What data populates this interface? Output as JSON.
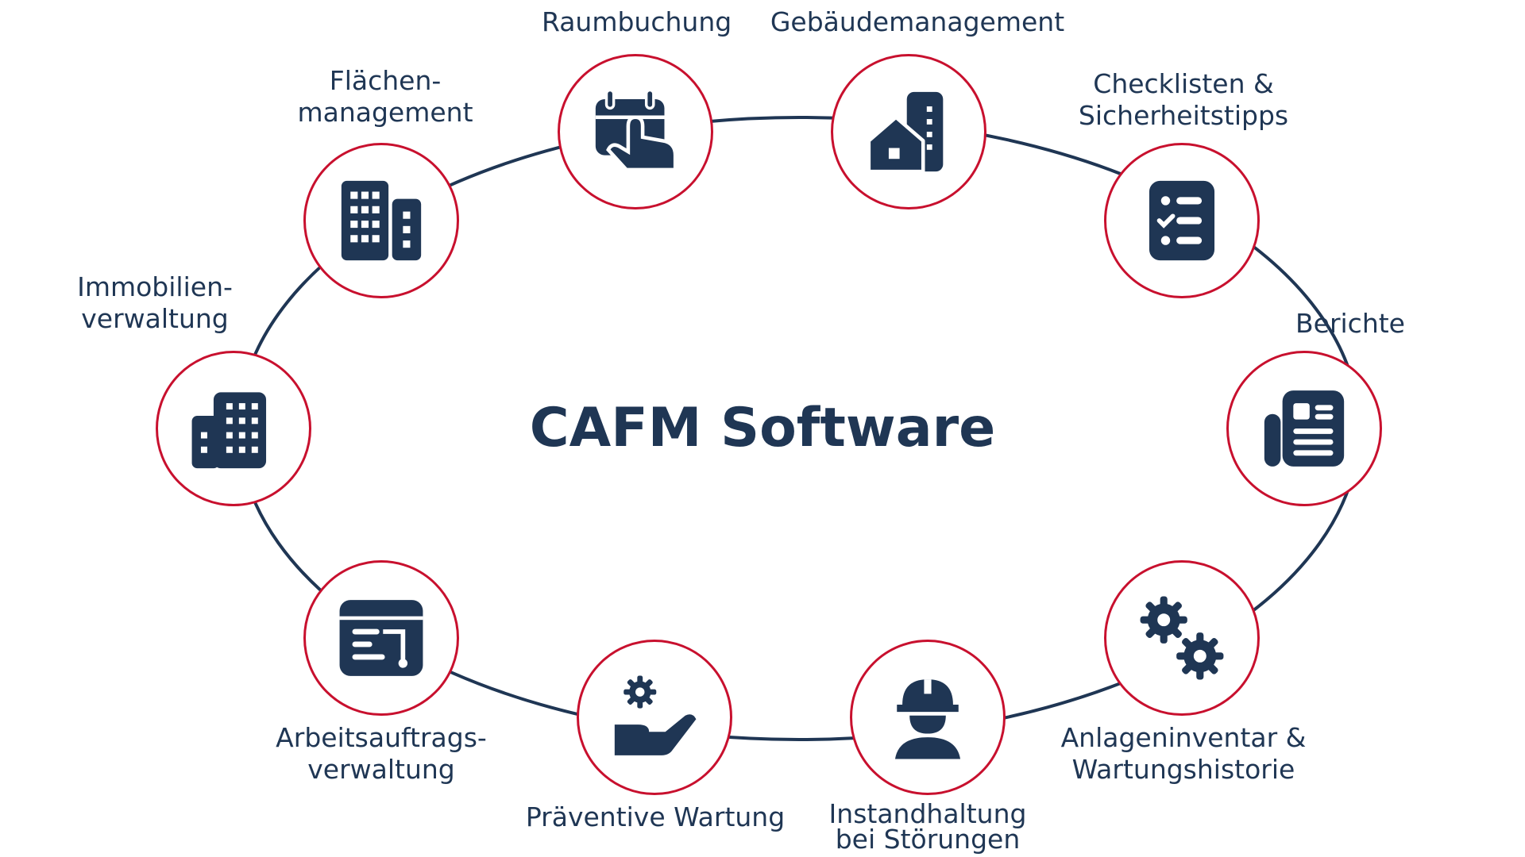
{
  "center_title": "CAFM Software",
  "colors": {
    "navy": "#1f3654",
    "accent_red": "#c8102e",
    "background": "#ffffff"
  },
  "nodes": {
    "raumbuchung": {
      "label": [
        "Raumbuchung"
      ],
      "icon": "calendar-hand-icon"
    },
    "gebaeudemanagement": {
      "label": [
        "Gebäudemanagement"
      ],
      "icon": "house-building-icon"
    },
    "checklisten": {
      "label": [
        "Checklisten &",
        "Sicherheitstipps"
      ],
      "icon": "checklist-icon"
    },
    "berichte": {
      "label": [
        "Berichte"
      ],
      "icon": "report-document-icon"
    },
    "anlageninventar": {
      "label": [
        "Anlageninventar &",
        "Wartungshistorie"
      ],
      "icon": "gears-icon"
    },
    "instandhaltung": {
      "label": [
        "Instandhaltung",
        "bei Störungen"
      ],
      "icon": "worker-helmet-icon"
    },
    "praeventive": {
      "label": [
        "Präventive Wartung"
      ],
      "icon": "hand-gear-icon"
    },
    "arbeitsauftrag": {
      "label": [
        "Arbeitsauftrags-",
        "verwaltung"
      ],
      "icon": "work-order-window-icon"
    },
    "immobilien": {
      "label": [
        "Immobilien-",
        "verwaltung"
      ],
      "icon": "office-building-icon"
    },
    "flaechen": {
      "label": [
        "Flächen-",
        "management"
      ],
      "icon": "buildings-icon"
    }
  }
}
